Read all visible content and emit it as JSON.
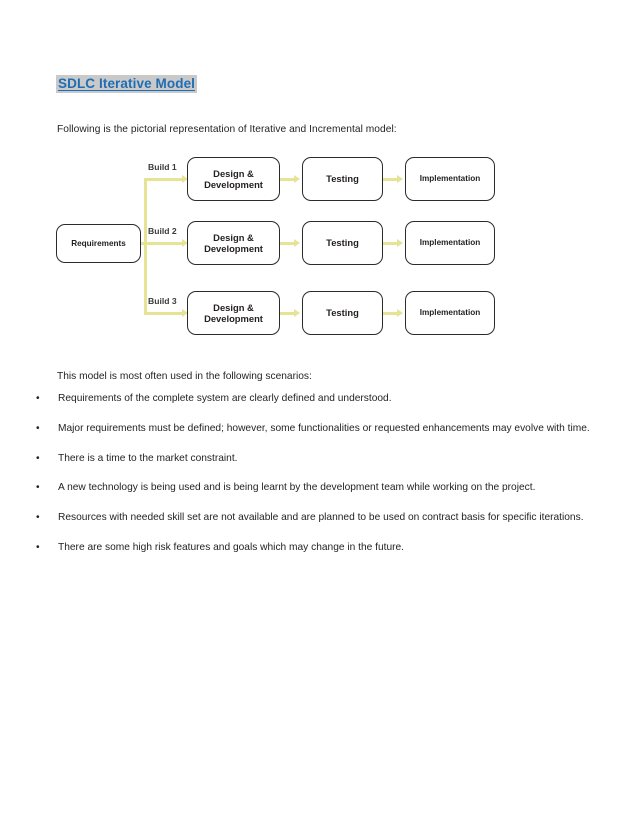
{
  "document": {
    "title": "SDLC Iterative Model",
    "title_color": "#1f6eb4",
    "title_highlight_color": "#c9c9c9",
    "intro_paragraph": "Following is the pictorial representation of Iterative and Incremental model:",
    "lead_line": "This model is most often used in the following scenarios:"
  },
  "diagram": {
    "connector_color": "#e7e394",
    "node_border_color": "#2b2b2b",
    "requirements_label": "Requirements",
    "builds": [
      {
        "build_label": "Build 1",
        "design_label": "Design &\nDevelopment",
        "design_line1": "Design &",
        "design_line2": "Development",
        "testing_label": "Testing",
        "implementation_label": "Implementation"
      },
      {
        "build_label": "Build 2",
        "design_label": "Design &\nDevelopment",
        "design_line1": "Design &",
        "design_line2": "Development",
        "testing_label": "Testing",
        "implementation_label": "Implementation"
      },
      {
        "build_label": "Build 3",
        "design_label": "Design &\nDevelopment",
        "design_line1": "Design &",
        "design_line2": "Development",
        "testing_label": "Testing",
        "implementation_label": "Implementation"
      }
    ]
  },
  "bullets": [
    {
      "marker": "•",
      "text": "Requirements of the complete system are clearly defined and understood.",
      "justified": false
    },
    {
      "marker": "•",
      "text": "Major requirements must be defined; however, some functionalities or requested enhancements may evolve with time.",
      "justified": true
    },
    {
      "marker": "•",
      "text": "There is a time to the market constraint.",
      "justified": false
    },
    {
      "marker": "•",
      "text": "A new technology is being used and is being learnt by the development team while working on the project.",
      "justified": false
    },
    {
      "marker": "•",
      "text": "Resources with needed skill set are not available and are planned to be used on contract basis for specific iterations.",
      "justified": true
    },
    {
      "marker": "•",
      "text": "There are some high risk features and goals which may change in the future.",
      "justified": false
    }
  ]
}
